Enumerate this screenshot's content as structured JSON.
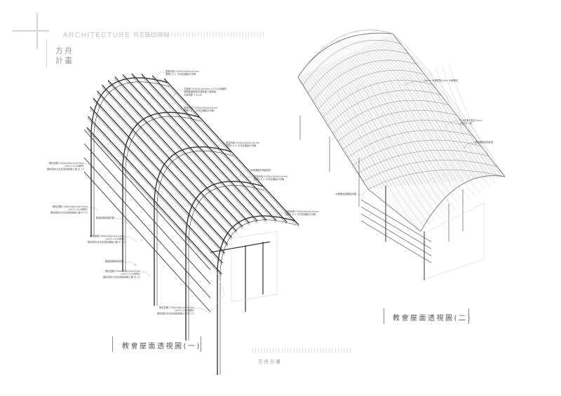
{
  "header": {
    "brand": "ARCHITECTURE REBORN",
    "tick_pattern": "|||||||||||||||||||||||||||||||||||||||||",
    "logo_line1": "方舟",
    "logo_line2": "計畫"
  },
  "drawing_left": {
    "caption": "教會屋面透視圖(一)",
    "annotations": [
      "屋脊桁條 H250x250x9x14mm",
      "間隔1.0 × 平坪柱鋪設計完畢",
      "方鋼管 H150x100x9mm (CT5.0熱鍍鋅)",
      "間隔屋面鋼架依建築施工圖排製",
      "方管間距 3.0公尺",
      "屋面桁條 H250x250x9x14mm",
      "間隔1.0 × 平坪柱鋪設計完畢",
      "屋面桁條 H250x250x9x14mm",
      "間隔1.0 × 平坪柱鋪設計完畢",
      "木格柵固定銷連接件",
      "屋面桁條 H250x250x9x14mm",
      "間隔1.0 × 平坪柱鋪設計完畢",
      "屋面桁條 H250x250x9x14mm",
      "間隔1.0 × 平坪柱鋪設計完畢",
      "鋼柱型鋼 H300x300x10x15mm",
      "(A572 Gr.50鋼材)",
      "鋼柱固定方式詳見結構施工圖 PL.15",
      "鋼柱型鋼 H300x300x10x15mm",
      "(A572 Gr.50鋼材)",
      "鋼柱固定方式詳見結構施工圖 PL.15",
      "屋面鋼構接頭詳圖",
      "鋼柱型鋼 H300x300x10x15mm",
      "(A572 Gr.50鋼材)",
      "鋼柱固定方式詳見結構施工圖 PL.15",
      "屋面鋼構接頭詳圖",
      "鋼柱型鋼 H300x300x10x15mm",
      "(A572 Gr.50鋼材)",
      "鋼柱固定方式詳見結構施工圖 PL.15",
      "鋼柱型鋼 H300x300x10x15mm",
      "(A572 Gr.50鋼材)",
      "鋼柱固定方式詳見結構施工圖 PL.15"
    ]
  },
  "drawing_right": {
    "caption": "教會屋面透視圖(二)",
    "annotations": [
      "4x4cm 木條間距10cm 木條鋪設",
      "PCA鋁浪平屋瓦 5mm",
      "100cm一組",
      "屋面鋼板接縫收邊",
      "木格柵收邊鋼板詳圖"
    ]
  },
  "footer": {
    "ticks": "||||||||||||||||||||||||||||||||||",
    "label": "方舟計畫"
  }
}
